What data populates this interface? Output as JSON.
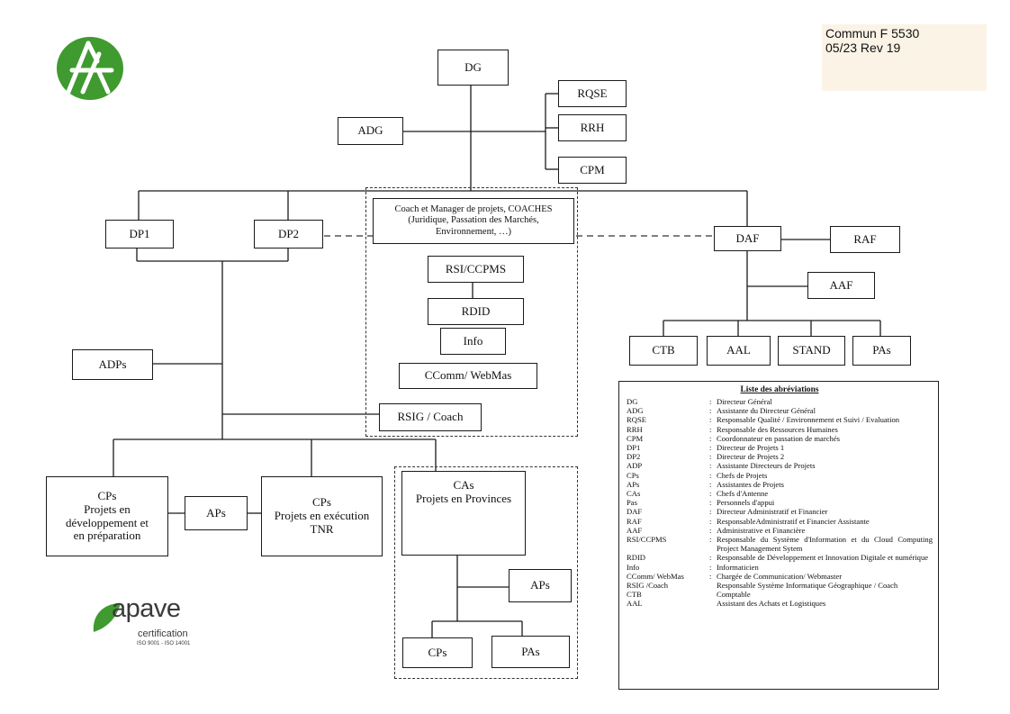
{
  "logo": {
    "letters": "AR",
    "color": "#3f9a2f"
  },
  "document_ref": {
    "code": "Commun F 5530",
    "date_rev": "05/23 Rev 19"
  },
  "org": {
    "dg": "DG",
    "adg": "ADG",
    "rqse": "RQSE",
    "rrh": "RRH",
    "cpm": "CPM",
    "dp1": "DP1",
    "dp2": "DP2",
    "coach": {
      "line1": "Coach et Manager de projets, COACHES",
      "line2": "(Juridique, Passation des Marchés,",
      "line3": "Environnement, …)"
    },
    "rsi_ccpms": "RSI/CCPMS",
    "rdid": "RDID",
    "info": "Info",
    "ccomm": "CComm/ WebMas",
    "rsig": "RSIG / Coach",
    "daf": "DAF",
    "raf": "RAF",
    "aaf": "AAF",
    "ctb": "CTB",
    "aal": "AAL",
    "stand": "STAND",
    "pas": "PAs",
    "adps": "ADPs",
    "cps_dev": {
      "line1": "CPs",
      "line2": "Projets en",
      "line3": "développement et",
      "line4": "en préparation"
    },
    "aps_mid": "APs",
    "cps_exec": {
      "line1": "CPs",
      "line2": "Projets en exécution",
      "line3": "TNR"
    },
    "cas": {
      "line1": "CAs",
      "line2": "Projets en Provinces"
    },
    "aps_prov": "APs",
    "cps_prov": "CPs",
    "pas_prov": "PAs"
  },
  "abbreviations": {
    "title": "Liste des abréviations",
    "rows": [
      {
        "code": "DG",
        "def": "Directeur Général"
      },
      {
        "code": "ADG",
        "def": "Assistante du Directeur Général"
      },
      {
        "code": "RQSE",
        "def": "Responsable Qualité / Environnement et Suivi / Evaluation"
      },
      {
        "code": "RRH",
        "def": "Responsable des Ressources Humaines"
      },
      {
        "code": "CPM",
        "def": "Coordonnateur en passation de marchés"
      },
      {
        "code": "DP1",
        "def": "Directeur de Projets 1"
      },
      {
        "code": "DP2",
        "def": "Directeur de Projets 2"
      },
      {
        "code": "ADP",
        "def": "Assistante Directeurs de Projets"
      },
      {
        "code": "CPs",
        "def": "Chefs de Projets"
      },
      {
        "code": "APs",
        "def": "Assistantes de Projets"
      },
      {
        "code": "CAs",
        "def": "Chefs d'Antenne"
      },
      {
        "code": "Pas",
        "def": "Personnels d'appui"
      },
      {
        "code": "DAF",
        "def": "Directeur Administratif et Financier"
      },
      {
        "code": "RAF",
        "def": "ResponsableAdministratif et Financier Assistante"
      },
      {
        "code": "AAF",
        "def": "Administrative et Financière"
      },
      {
        "code": "RSI/CCPMS",
        "def": "Responsable du Système d'Information et du Cloud Computing Project Management Sytem"
      },
      {
        "code": "RDID",
        "def": "Responsable de Développement et Innovation Digitale et numérique"
      },
      {
        "code": "Info",
        "def": "Informaticien"
      },
      {
        "code": "CComm/ WebMas",
        "def": "Chargée de Communication/ Webmaster"
      },
      {
        "code": "RSIG /Coach",
        "def": "Responsable Système Informatique Géographique / Coach",
        "nocolon": true
      },
      {
        "code": "CTB",
        "def": "Comptable",
        "nocolon": true
      },
      {
        "code": "AAL",
        "def": "Assistant des Achats et Logistiques",
        "nocolon": true
      }
    ]
  },
  "certification": {
    "brand": "apave",
    "sub": "certification",
    "iso": "ISO 9001 - ISO 14001",
    "brand_color": "#3f9a2f"
  }
}
